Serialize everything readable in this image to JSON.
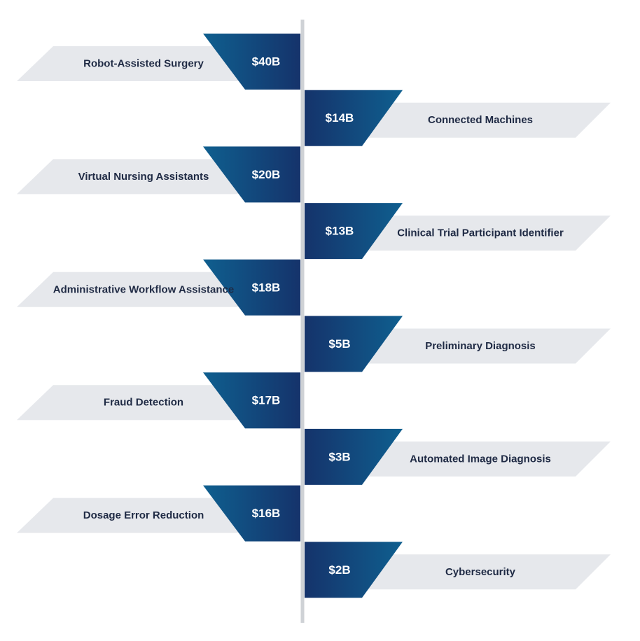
{
  "chart_data": {
    "type": "bar",
    "title": "",
    "unit": "B",
    "currency": "$",
    "categories": [
      "Robot-Assisted Surgery",
      "Connected Machines",
      "Virtual Nursing Assistants",
      "Clinical Trial Participant Identifier",
      "Administrative Workflow Assistance",
      "Preliminary Diagnosis",
      "Fraud Detection",
      "Automated Image Diagnosis",
      "Dosage Error Reduction",
      "Cybersecurity"
    ],
    "values": [
      40,
      14,
      20,
      13,
      18,
      5,
      17,
      3,
      16,
      2
    ],
    "value_labels": [
      "$40B",
      "$14B",
      "$20B",
      "$13B",
      "$18B",
      "$5B",
      "$17B",
      "$3B",
      "$16B",
      "$2B"
    ],
    "sides": [
      "left",
      "right",
      "left",
      "right",
      "left",
      "right",
      "left",
      "right",
      "left",
      "right"
    ]
  },
  "colors": {
    "gradient_dark": "#15336b",
    "gradient_light": "#0f5f8f",
    "banner": "#e6e8ec",
    "axis": "#cfd2d6",
    "label_text": "#1f2a44",
    "value_text": "#ffffff"
  }
}
